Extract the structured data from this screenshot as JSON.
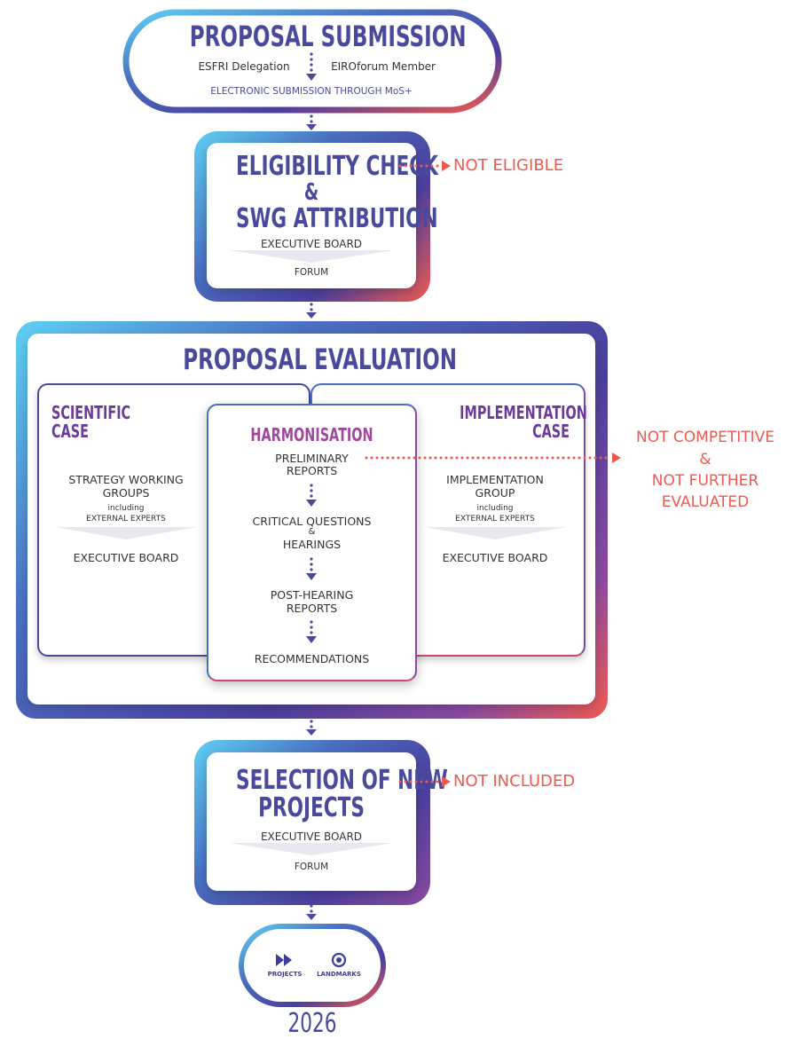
{
  "submission": {
    "title": "PROPOSAL SUBMISSION",
    "left": "ESFRI Delegation",
    "right": "EIROforum Member",
    "note": "ELECTRONIC SUBMISSION THROUGH MoS+"
  },
  "eligibility": {
    "title_line1": "ELIGIBILITY CHECK",
    "title_line2": "&",
    "title_line3": "SWG ATTRIBUTION",
    "body1": "EXECUTIVE BOARD",
    "body2": "FORUM",
    "outcome": "NOT ELIGIBLE"
  },
  "evaluation": {
    "title": "PROPOSAL EVALUATION",
    "scientific": {
      "title_line1": "SCIENTIFIC",
      "title_line2": "CASE",
      "body1": "STRATEGY WORKING",
      "body2": "GROUPS",
      "including": "including",
      "experts": "EXTERNAL EXPERTS",
      "board": "EXECUTIVE BOARD"
    },
    "harmonisation": {
      "title": "HARMONISATION",
      "step1_line1": "PRELIMINARY",
      "step1_line2": "REPORTS",
      "step2_line1": "CRITICAL QUESTIONS",
      "step2_line2": "&",
      "step2_line3": "HEARINGS",
      "step3_line1": "POST-HEARING",
      "step3_line2": "REPORTS",
      "step4": "RECOMMENDATIONS"
    },
    "implementation": {
      "title_line1": "IMPLEMENTATION",
      "title_line2": "CASE",
      "body1": "IMPLEMENTATION",
      "body2": "GROUP",
      "including": "including",
      "experts": "EXTERNAL EXPERTS",
      "board": "EXECUTIVE BOARD"
    },
    "outcome_line1": "NOT COMPETITIVE",
    "outcome_line2": "&",
    "outcome_line3": "NOT FURTHER",
    "outcome_line4": "EVALUATED"
  },
  "selection": {
    "title_line1": "SELECTION OF NEW",
    "title_line2": "PROJECTS",
    "body1": "EXECUTIVE BOARD",
    "body2": "FORUM",
    "outcome": "NOT INCLUDED"
  },
  "result": {
    "projects": "PROJECTS",
    "landmarks": "LANDMARKS",
    "year": "2026"
  },
  "colors": {
    "navy": "#4a4a9c",
    "cyan": "#5bc8ee",
    "purple": "#8a4aa0",
    "red": "#ef5a50"
  }
}
